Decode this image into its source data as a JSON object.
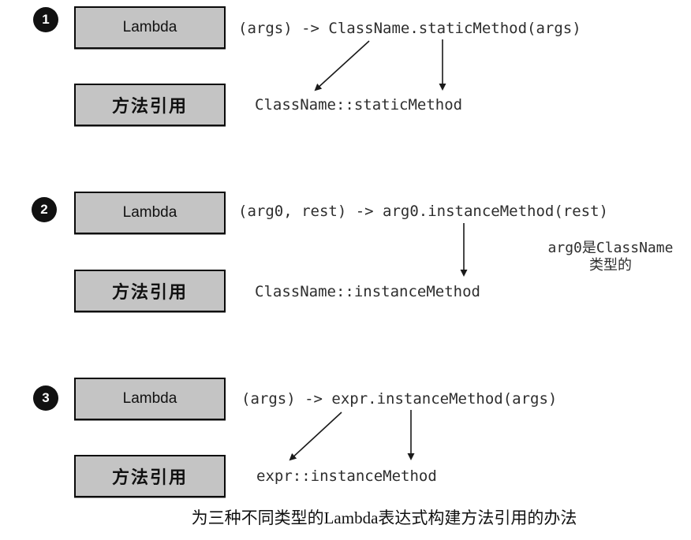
{
  "diagram": {
    "caption": "为三种不同类型的Lambda表达式构建方法引用的办法",
    "colors": {
      "box_fill": "#c4c4c4",
      "box_border": "#0a0a0a",
      "badge_fill": "#111111",
      "badge_text": "#ffffff",
      "code_text": "#2e2e2e",
      "background": "#ffffff"
    },
    "sections": [
      {
        "number": "1",
        "lambda_label": "Lambda",
        "method_ref_label": "方法引用",
        "lambda_code": "(args) -> ClassName.staticMethod(args)",
        "method_ref_code": "ClassName::staticMethod"
      },
      {
        "number": "2",
        "lambda_label": "Lambda",
        "method_ref_label": "方法引用",
        "lambda_code": "(arg0, rest) -> arg0.instanceMethod(rest)",
        "method_ref_code": "ClassName::instanceMethod",
        "note_line1": "arg0是ClassName",
        "note_line2": "类型的"
      },
      {
        "number": "3",
        "lambda_label": "Lambda",
        "method_ref_label": "方法引用",
        "lambda_code": "(args) -> expr.instanceMethod(args)",
        "method_ref_code": "expr::instanceMethod"
      }
    ]
  }
}
